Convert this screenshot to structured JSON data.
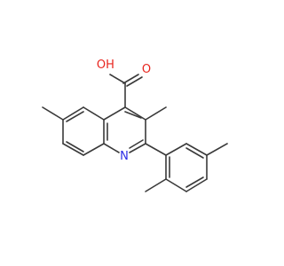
{
  "molecule": {
    "atoms": {
      "oxygen_hydroxyl": "O",
      "hydrogen_hydroxyl": "H",
      "oxygen_carbonyl": "O",
      "nitrogen_ring": "N"
    }
  },
  "colors": {
    "bond": "#3a3a3a",
    "oxygen": "#e8251e",
    "nitrogen": "#2c2ce6",
    "background": "#ffffff"
  }
}
